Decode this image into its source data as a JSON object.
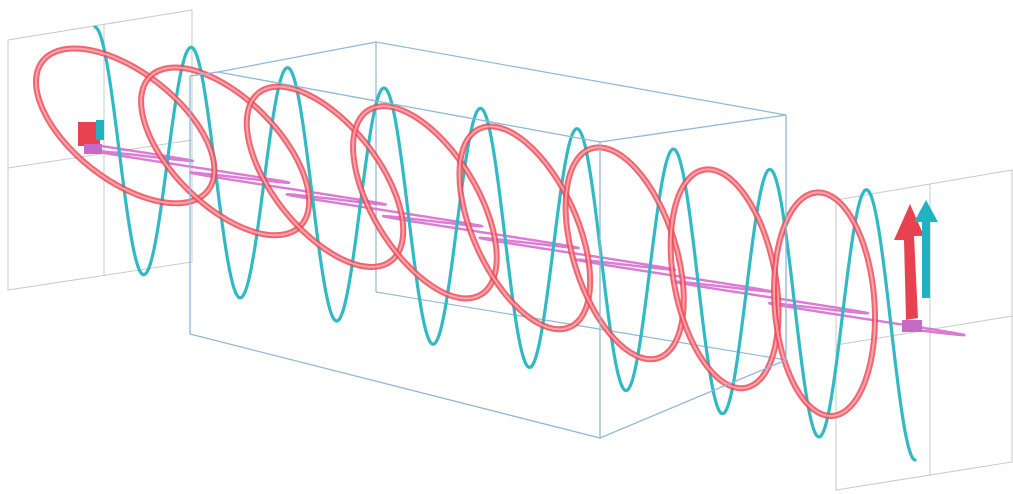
{
  "diagram": {
    "description_free": true,
    "colors": {
      "background": "#ffffff",
      "frame": "#8fb8d8",
      "plane": "#c9c9c9",
      "cyan_wave": "#31b9c4",
      "magenta_wave": "#d86bd0",
      "red_wave": "#ec4a57",
      "red_highlight": "#ffc0c6",
      "cyan_arrow": "#1fb2c0",
      "red_arrow": "#e8414f",
      "magenta_arrow": "#c66ac7"
    },
    "elements": {
      "crystal_box": "crystal-box",
      "input_plane": "input-polarization-plane",
      "output_plane": "output-polarization-plane",
      "vertical_component": "vertical-wave-component",
      "horizontal_component": "horizontal-wave-component",
      "resultant": "resultant-polarization-helix"
    }
  }
}
